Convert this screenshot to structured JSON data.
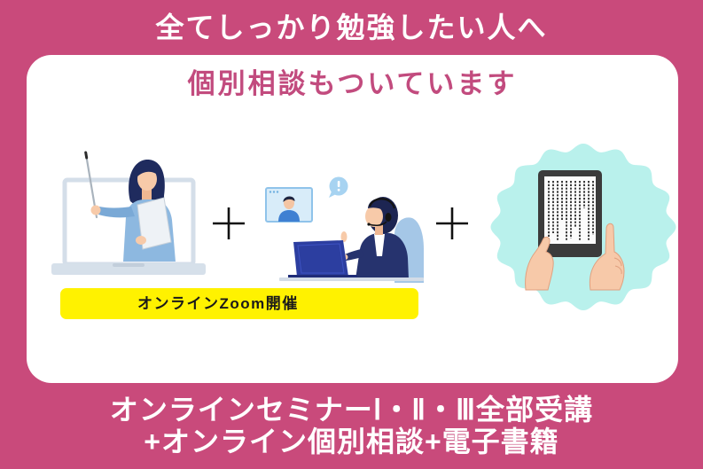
{
  "header": {
    "title": "全てしっかり勉強したい人へ"
  },
  "card": {
    "heading": "個別相談もついています",
    "zoom_label": "オンラインZoom開催"
  },
  "footer": {
    "line1": "オンラインセミナーⅠ・Ⅱ・Ⅲ全部受講",
    "line2": "+オンライン個別相談+電子書籍"
  },
  "icons": {
    "seminar": "online-lecture-laptop-icon",
    "separator": "plus-icon",
    "consultation": "online-consultation-icon",
    "ebook": "e-reader-hands-icon"
  },
  "colors": {
    "background": "#c94a7b",
    "card": "#ffffff",
    "heading": "#c24b7e",
    "highlight": "#fff200",
    "badge": "#b9f1ec",
    "text_light": "#ffffff"
  }
}
